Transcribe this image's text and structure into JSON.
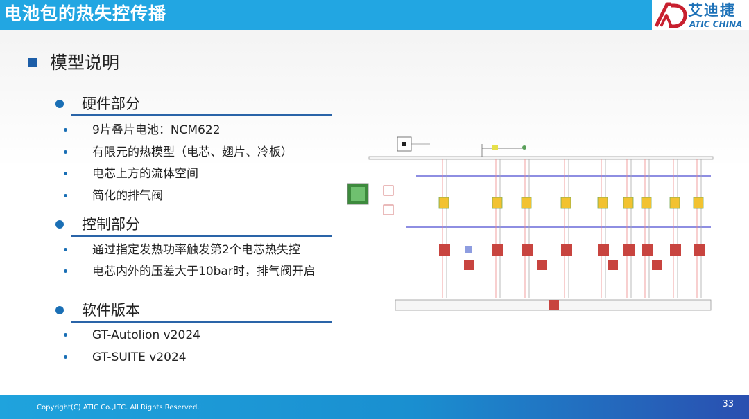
{
  "header": {
    "title": "电池包的热失控传播",
    "logo_text_cn": "艾迪捷",
    "logo_text_en": "ATIC CHINA"
  },
  "section": {
    "title": "模型说明"
  },
  "groups": [
    {
      "heading": "硬件部分",
      "items": [
        "9片叠片电池：NCM622",
        "有限元的热模型（电芯、翅片、冷板）",
        "电芯上方的流体空间",
        "简化的排气阀"
      ]
    },
    {
      "heading": "控制部分",
      "items": [
        "通过指定发热功率触发第2个电芯热失控",
        "电芯内外的压差大于10bar时，排气阀开启"
      ]
    },
    {
      "heading": "软件版本",
      "items": [
        "GT-Autolion v2024",
        "GT-SUITE v2024"
      ]
    }
  ],
  "footer": {
    "copyright": "Copyright(C) ATIC Co.,LTC. All Rights Reserved.",
    "page_number": "33"
  },
  "colors": {
    "header_bg": "#22a6e2",
    "accent_blue": "#1d5ea8",
    "logo_red": "#c8202f",
    "logo_blue": "#1e72b8",
    "block_yellow": "#f2c230",
    "block_red": "#c8443f"
  }
}
